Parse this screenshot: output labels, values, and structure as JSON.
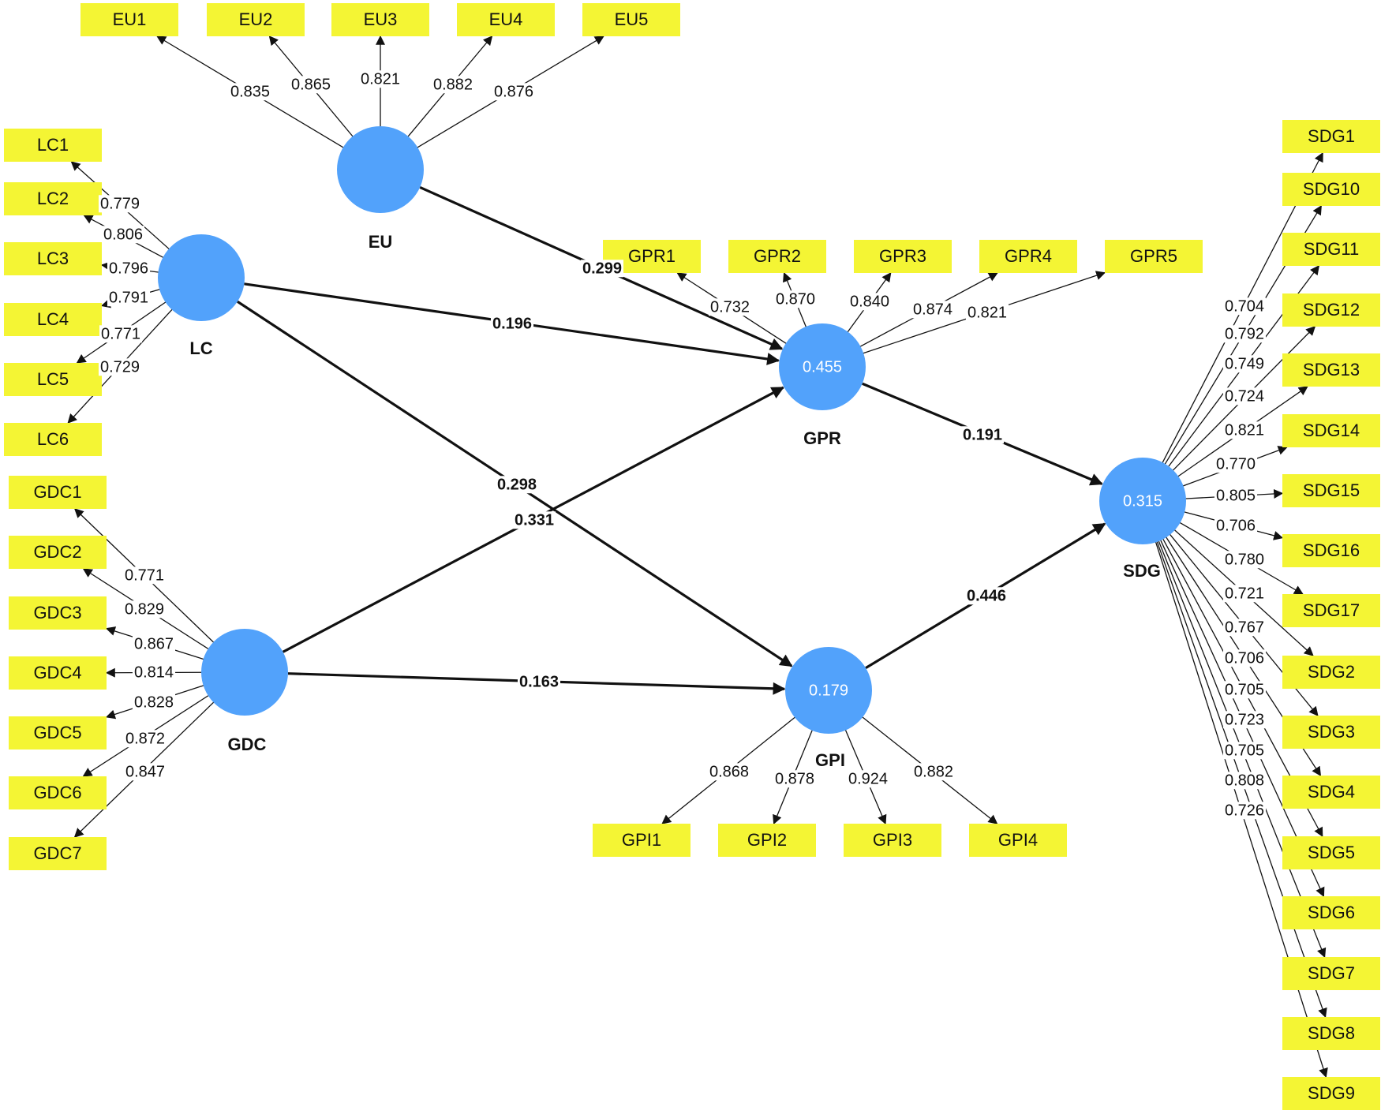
{
  "constructs": [
    {
      "id": "EU",
      "label": "EU",
      "r2": ""
    },
    {
      "id": "LC",
      "label": "LC",
      "r2": ""
    },
    {
      "id": "GDC",
      "label": "GDC",
      "r2": ""
    },
    {
      "id": "GPR",
      "label": "GPR",
      "r2": "0.455"
    },
    {
      "id": "GPI",
      "label": "GPI",
      "r2": "0.179"
    },
    {
      "id": "SDG",
      "label": "SDG",
      "r2": "0.315"
    }
  ],
  "paths": [
    {
      "from": "EU",
      "to": "GPR",
      "coef": "0.299"
    },
    {
      "from": "LC",
      "to": "GPR",
      "coef": "0.196"
    },
    {
      "from": "LC",
      "to": "GPI",
      "coef": "0.298"
    },
    {
      "from": "GDC",
      "to": "GPR",
      "coef": "0.331"
    },
    {
      "from": "GDC",
      "to": "GPI",
      "coef": "0.163"
    },
    {
      "from": "GPR",
      "to": "SDG",
      "coef": "0.191"
    },
    {
      "from": "GPI",
      "to": "SDG",
      "coef": "0.446"
    }
  ],
  "loadings": [
    {
      "construct": "EU",
      "indicator": "EU1",
      "value": "0.835"
    },
    {
      "construct": "EU",
      "indicator": "EU2",
      "value": "0.865"
    },
    {
      "construct": "EU",
      "indicator": "EU3",
      "value": "0.821"
    },
    {
      "construct": "EU",
      "indicator": "EU4",
      "value": "0.882"
    },
    {
      "construct": "EU",
      "indicator": "EU5",
      "value": "0.876"
    },
    {
      "construct": "LC",
      "indicator": "LC1",
      "value": "0.779"
    },
    {
      "construct": "LC",
      "indicator": "LC2",
      "value": "0.806"
    },
    {
      "construct": "LC",
      "indicator": "LC3",
      "value": "0.796"
    },
    {
      "construct": "LC",
      "indicator": "LC4",
      "value": "0.791"
    },
    {
      "construct": "LC",
      "indicator": "LC5",
      "value": "0.771"
    },
    {
      "construct": "LC",
      "indicator": "LC6",
      "value": "0.729"
    },
    {
      "construct": "GDC",
      "indicator": "GDC1",
      "value": "0.771"
    },
    {
      "construct": "GDC",
      "indicator": "GDC2",
      "value": "0.829"
    },
    {
      "construct": "GDC",
      "indicator": "GDC3",
      "value": "0.867"
    },
    {
      "construct": "GDC",
      "indicator": "GDC4",
      "value": "0.814"
    },
    {
      "construct": "GDC",
      "indicator": "GDC5",
      "value": "0.828"
    },
    {
      "construct": "GDC",
      "indicator": "GDC6",
      "value": "0.872"
    },
    {
      "construct": "GDC",
      "indicator": "GDC7",
      "value": "0.847"
    },
    {
      "construct": "GPR",
      "indicator": "GPR1",
      "value": "0.732"
    },
    {
      "construct": "GPR",
      "indicator": "GPR2",
      "value": "0.870"
    },
    {
      "construct": "GPR",
      "indicator": "GPR3",
      "value": "0.840"
    },
    {
      "construct": "GPR",
      "indicator": "GPR4",
      "value": "0.874"
    },
    {
      "construct": "GPR",
      "indicator": "GPR5",
      "value": "0.821"
    },
    {
      "construct": "GPI",
      "indicator": "GPI1",
      "value": "0.868"
    },
    {
      "construct": "GPI",
      "indicator": "GPI2",
      "value": "0.878"
    },
    {
      "construct": "GPI",
      "indicator": "GPI3",
      "value": "0.924"
    },
    {
      "construct": "GPI",
      "indicator": "GPI4",
      "value": "0.882"
    },
    {
      "construct": "SDG",
      "indicator": "SDG1",
      "value": "0.704"
    },
    {
      "construct": "SDG",
      "indicator": "SDG10",
      "value": "0.792"
    },
    {
      "construct": "SDG",
      "indicator": "SDG11",
      "value": "0.749"
    },
    {
      "construct": "SDG",
      "indicator": "SDG12",
      "value": "0.724"
    },
    {
      "construct": "SDG",
      "indicator": "SDG13",
      "value": "0.821"
    },
    {
      "construct": "SDG",
      "indicator": "SDG14",
      "value": "0.770"
    },
    {
      "construct": "SDG",
      "indicator": "SDG15",
      "value": "0.805"
    },
    {
      "construct": "SDG",
      "indicator": "SDG16",
      "value": "0.706"
    },
    {
      "construct": "SDG",
      "indicator": "SDG17",
      "value": "0.780"
    },
    {
      "construct": "SDG",
      "indicator": "SDG2",
      "value": "0.721"
    },
    {
      "construct": "SDG",
      "indicator": "SDG3",
      "value": "0.767"
    },
    {
      "construct": "SDG",
      "indicator": "SDG4",
      "value": "0.706"
    },
    {
      "construct": "SDG",
      "indicator": "SDG5",
      "value": "0.705"
    },
    {
      "construct": "SDG",
      "indicator": "SDG6",
      "value": "0.723"
    },
    {
      "construct": "SDG",
      "indicator": "SDG7",
      "value": "0.705"
    },
    {
      "construct": "SDG",
      "indicator": "SDG8",
      "value": "0.808"
    },
    {
      "construct": "SDG",
      "indicator": "SDG9",
      "value": "0.726"
    }
  ],
  "colors": {
    "construct_fill": "#52a2fb",
    "indicator_fill": "#f4f534",
    "line": "#111111"
  }
}
